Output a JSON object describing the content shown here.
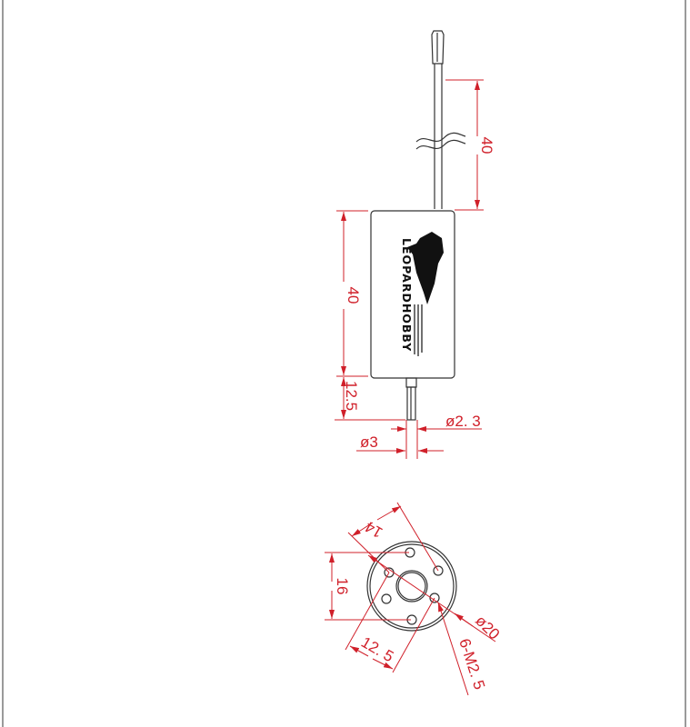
{
  "drawing": {
    "brand": "LEOPARDHOBBY",
    "colors": {
      "dimension": "#d0202a",
      "outline": "#333333"
    },
    "side_view": {
      "wire_length": "40",
      "body_length": "40",
      "shaft_length": "12.5",
      "shaft_tip_diameter": "ø2. 3",
      "shaft_diameter": "ø3"
    },
    "end_view": {
      "hole_spacing_a": "14",
      "hole_spacing_b": "16",
      "hole_spacing_c": "12. 5",
      "outer_diameter": "ø20",
      "mount_holes": "6-M2. 5"
    }
  }
}
